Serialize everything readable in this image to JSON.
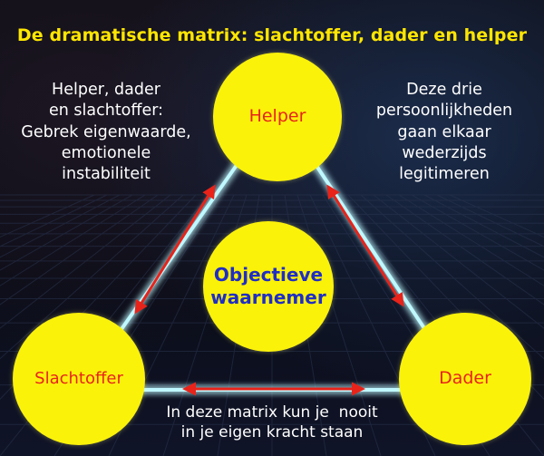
{
  "title": "De dramatische matrix: slachtoffer, dader en helper",
  "nodes": {
    "helper": "Helper",
    "observer_line1": "Objectieve",
    "observer_line2": "waarnemer",
    "victim": "Slachtoffer",
    "perpetrator": "Dader"
  },
  "notes": {
    "left_lines": [
      "Helper, dader",
      "en slachtoffer:",
      "Gebrek eigenwaarde,",
      "emotionele",
      "instabiliteit"
    ],
    "right_lines": [
      "Deze drie",
      "persoonlijkheden",
      "gaan elkaar",
      "wederzijds",
      "legitimeren"
    ],
    "bottom_lines": [
      "In deze matrix kun je  nooit",
      "in je eigen kracht staan"
    ]
  },
  "colors": {
    "title": "#ffe600",
    "node_fill": "#fbf20a",
    "role_text": "#e8231a",
    "observer_text": "#1f2ec4",
    "arrow": "#e8231a",
    "triangle_glow": "#9ff3ff"
  }
}
